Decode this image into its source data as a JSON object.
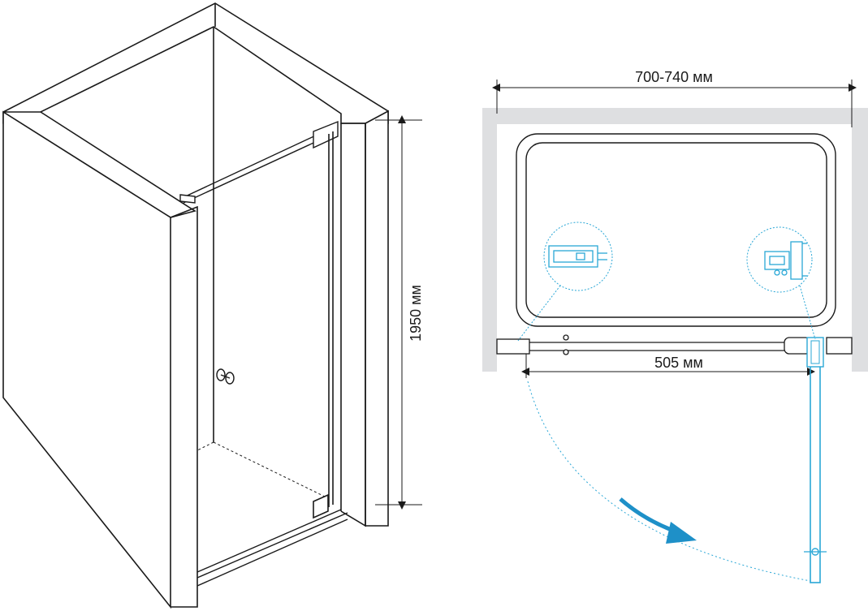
{
  "dimensions": {
    "width_label": "700-740 мм",
    "door_label": "505 мм",
    "height_label": "1950 мм"
  },
  "colors": {
    "outline": "#1a1a1a",
    "wall_fill": "#dedfe1",
    "glass_blue": "#2aa7d6",
    "arrow_blue": "#1e90c8"
  },
  "icons": {
    "left_detail": "wall-profile-detail-icon",
    "right_detail": "hinge-detail-icon",
    "swing_arrow": "swing-direction-arrow-icon"
  }
}
